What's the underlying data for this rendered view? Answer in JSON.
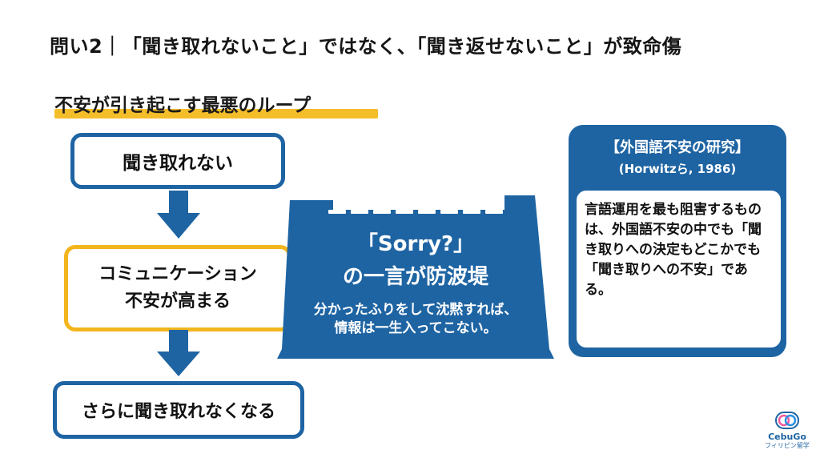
{
  "header": {
    "title": "問い2｜「聞き取れないこと」ではなく、「聞き返せないこと」が致命傷"
  },
  "loop": {
    "subtitle": "不安が引き起こす最悪のループ",
    "steps": [
      {
        "label": "聞き取れない"
      },
      {
        "label": "コミュニケーション\n不安が高まる"
      },
      {
        "label": "さらに聞き取れなくなる"
      }
    ]
  },
  "dam": {
    "headline_1": "「Sorry?」",
    "headline_2": "の一言が防波堤",
    "caption": "分かったふりをして沈黙すれば、\n情報は一生入ってこない。",
    "colors": {
      "fill": "#1e64a3",
      "stripe": "#ffffff"
    }
  },
  "study": {
    "title": "【外国語不安の研究】",
    "subtitle": "(Horwitzら, 1986)",
    "body": "言語運用を最も阻害するものは、外国語不安の中でも「聞き取りへの決定もどこかでも「聞き取りへの不安」である。"
  },
  "logo": {
    "icon": "cebugo-logo-icon",
    "brand": "CebuGo",
    "tagline": "フィリピン留学"
  },
  "colors": {
    "blue": "#1e64a3",
    "yellow": "#f2b51d",
    "highlight": "#f4bd2a"
  }
}
